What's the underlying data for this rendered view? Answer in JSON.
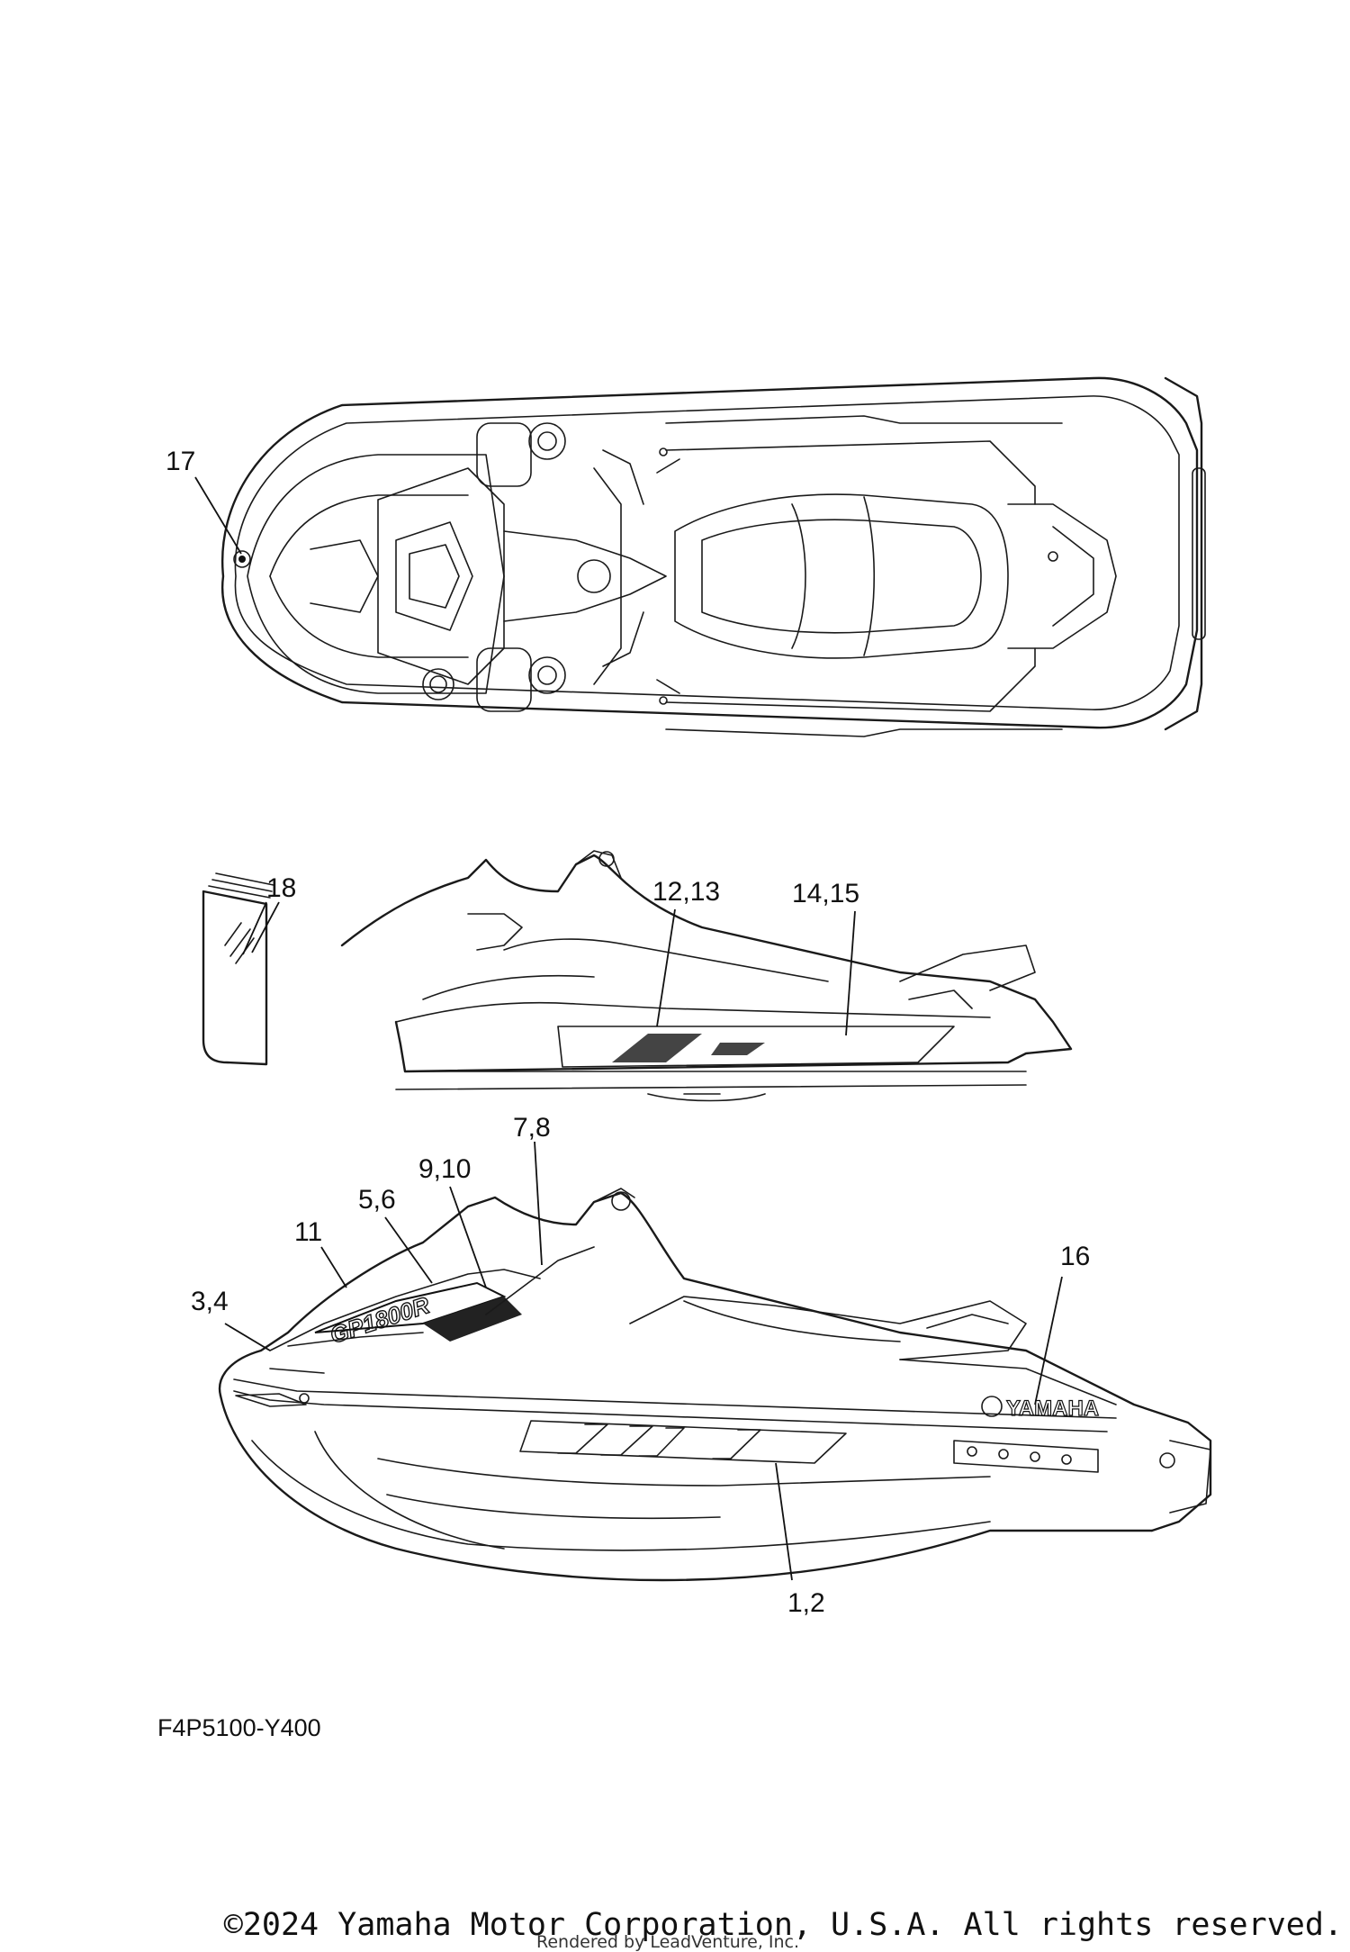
{
  "diagram": {
    "part_code": "F4P5100-Y400",
    "callouts": {
      "c17": "17",
      "c18": "18",
      "c12_13": "12,13",
      "c14_15": "14,15",
      "c7_8": "7,8",
      "c9_10": "9,10",
      "c5_6": "5,6",
      "c11": "11",
      "c3_4": "3,4",
      "c16": "16",
      "c1_2": "1,2"
    },
    "brand_text": "YAMAHA",
    "model_text": "GP1800R"
  },
  "footer": {
    "copyright": "©2024 Yamaha Motor Corporation, U.S.A. All rights reserved.",
    "rendered_by": "Rendered by LeadVenture, Inc."
  }
}
